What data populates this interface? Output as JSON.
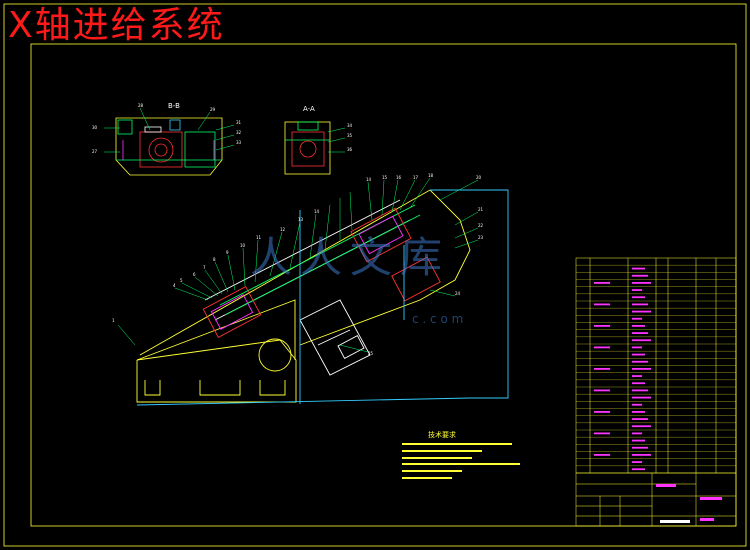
{
  "title": "X轴进给系统",
  "section_labels": {
    "bb": "B-B",
    "aa": "A-A"
  },
  "tech_requirements": {
    "title": "技术要求"
  },
  "watermark": {
    "text_cn": "人人文库",
    "text_url": "c . c o m"
  },
  "colors": {
    "background": "#000000",
    "frame": "#ffff33",
    "title": "#ff1a1a",
    "outline": "#ffff33",
    "detail": "#00ff66",
    "leader": "#00ff66",
    "cyan": "#33ccff",
    "magenta": "#ff33ff",
    "red": "#ff3333",
    "white": "#ffffff"
  },
  "icons": [
    "cad-drawing-icon",
    "bom-table-icon",
    "title-block-icon"
  ]
}
